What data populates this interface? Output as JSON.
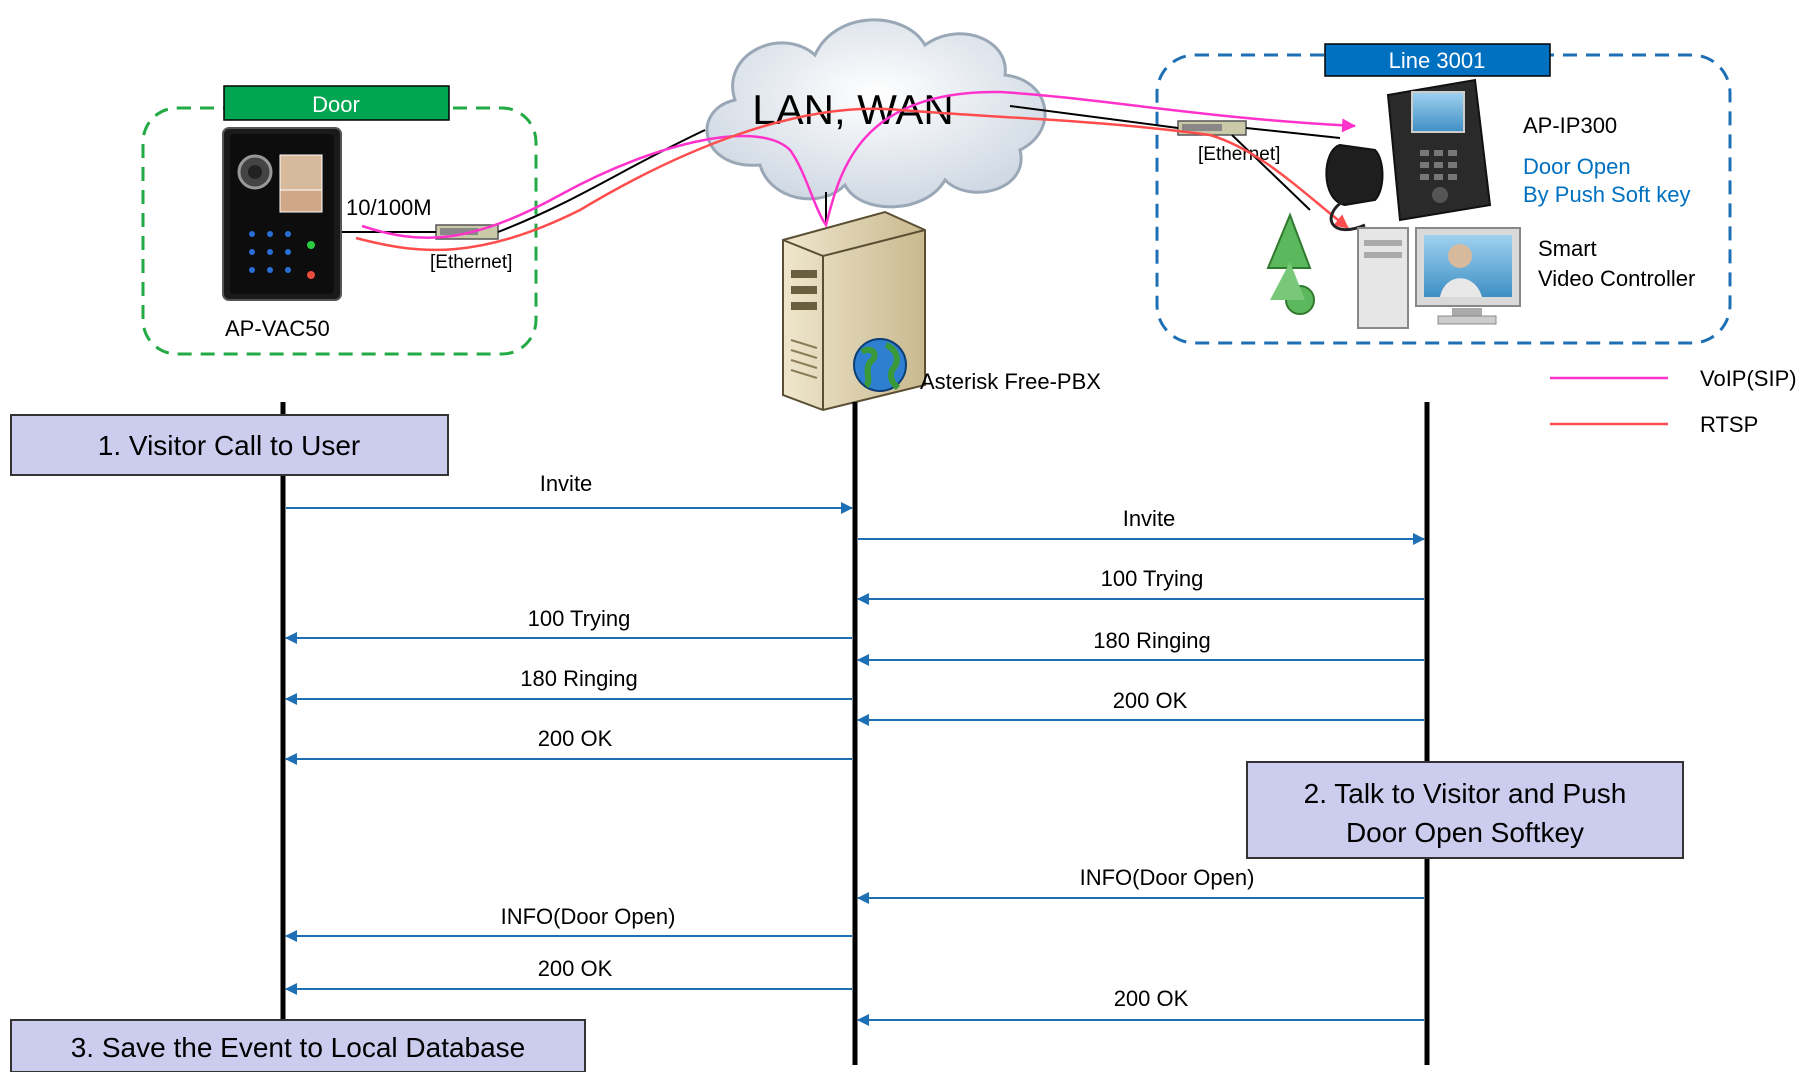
{
  "network": {
    "cloud_label": "LAN, WAN",
    "door_header": "Door",
    "line_header": "Line 3001",
    "speed_label": "10/100M",
    "ethernet_left": "[Ethernet]",
    "ethernet_right": "[Ethernet]",
    "door_device": "AP-VAC50",
    "phone_device": "AP-IP300",
    "phone_note_1": "Door Open",
    "phone_note_2": "By Push Soft key",
    "controller_1": "Smart",
    "controller_2": "Video Controller",
    "server_label": "Asterisk Free-PBX"
  },
  "legend": [
    {
      "label": "VoIP(SIP)",
      "color": "#ff33cc"
    },
    {
      "label": "RTSP",
      "color": "#ff4d4d"
    }
  ],
  "steps": {
    "step1": "1. Visitor Call to User",
    "step2_line1": "2. Talk to Visitor and Push",
    "step2_line2": "Door Open Softkey",
    "step3": "3. Save the Event to Local Database"
  },
  "messages": [
    {
      "label": "Invite",
      "from": "door",
      "to": "pbx"
    },
    {
      "label": "Invite",
      "from": "pbx",
      "to": "user"
    },
    {
      "label": "100 Trying",
      "from": "user",
      "to": "pbx"
    },
    {
      "label": "100 Trying",
      "from": "pbx",
      "to": "door"
    },
    {
      "label": "180 Ringing",
      "from": "user",
      "to": "pbx"
    },
    {
      "label": "180 Ringing",
      "from": "pbx",
      "to": "door"
    },
    {
      "label": "200 OK",
      "from": "user",
      "to": "pbx"
    },
    {
      "label": "200 OK",
      "from": "pbx",
      "to": "door"
    },
    {
      "label": "INFO(Door Open)",
      "from": "user",
      "to": "pbx"
    },
    {
      "label": "INFO(Door Open)",
      "from": "pbx",
      "to": "door"
    },
    {
      "label": "200 OK",
      "from": "pbx",
      "to": "door"
    },
    {
      "label": "200 OK",
      "from": "user",
      "to": "pbx"
    }
  ],
  "colors": {
    "arrow": "#1f6fb5",
    "step_fill": "#ccccee",
    "door_box": "#22aa44",
    "door_header": "#00a651",
    "line_box": "#1f6fb5",
    "line_header": "#0070c0"
  }
}
